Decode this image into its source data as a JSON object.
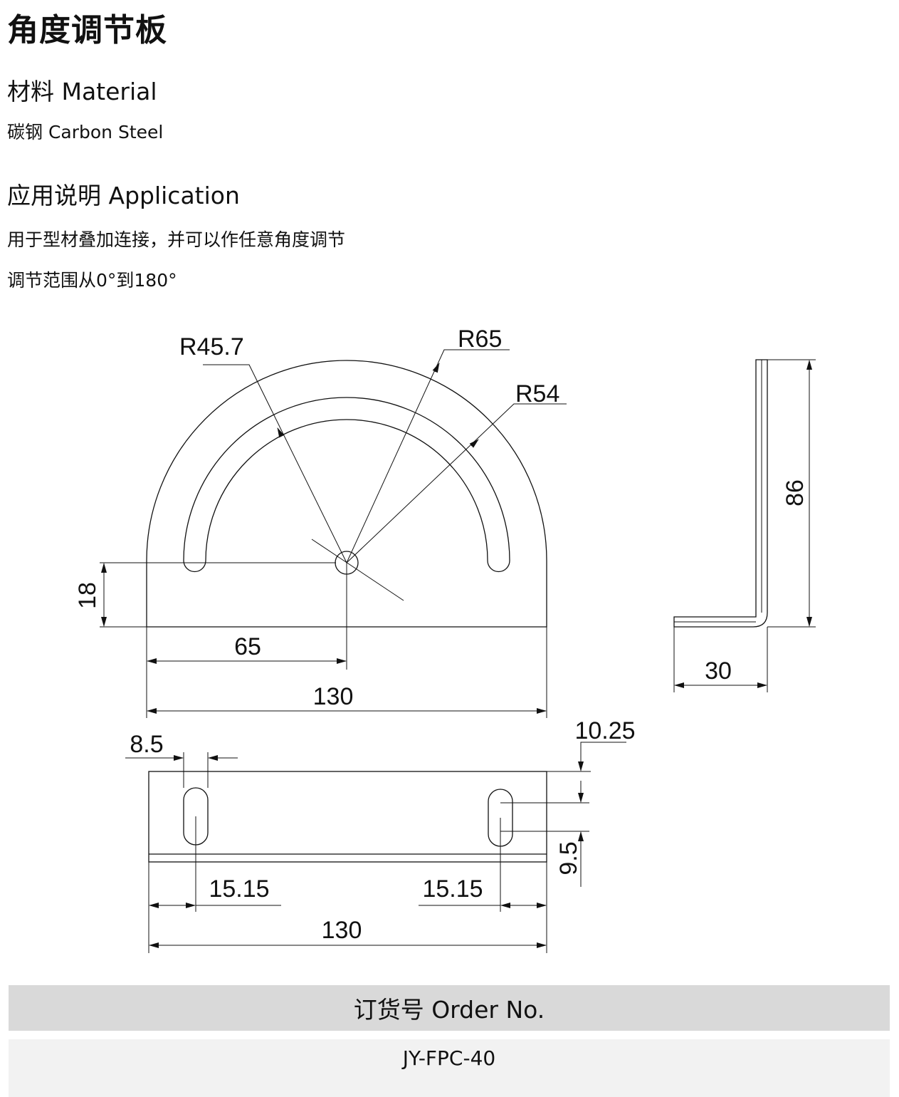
{
  "title": "角度调节板",
  "material": {
    "heading": "材料 Material",
    "value": "碳钢 Carbon Steel"
  },
  "application": {
    "heading": "应用说明 Application",
    "line1": "用于型材叠加连接，并可以作任意角度调节",
    "line2": "调节范围从0°到180°"
  },
  "drawing": {
    "front_view": {
      "r_outer": "R65",
      "r_slot_outer": "R54",
      "r_slot_inner": "R45.7",
      "dim_height_slot": "18",
      "dim_center": "65",
      "dim_width": "130"
    },
    "side_view": {
      "dim_height": "86",
      "dim_foot": "30"
    },
    "bottom_view": {
      "dim_slot_width": "8.5",
      "dim_top_offset": "10.25",
      "dim_slot_length": "9.5",
      "dim_left_offset": "15.15",
      "dim_right_offset": "15.15",
      "dim_width": "130"
    }
  },
  "order": {
    "header": "订货号 Order No.",
    "number": "JY-FPC-40"
  }
}
